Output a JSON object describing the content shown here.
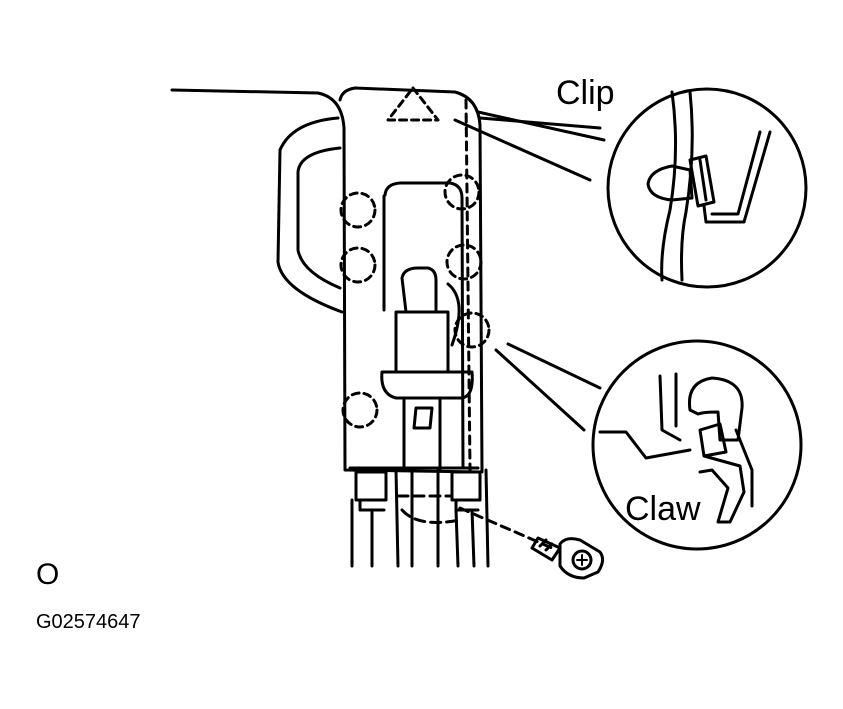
{
  "diagram": {
    "labels": {
      "clip": "Clip",
      "claw": "Claw",
      "note": "O",
      "figure_code": "G02574647"
    },
    "colors": {
      "line": "#000000",
      "background": "#ffffff"
    }
  }
}
